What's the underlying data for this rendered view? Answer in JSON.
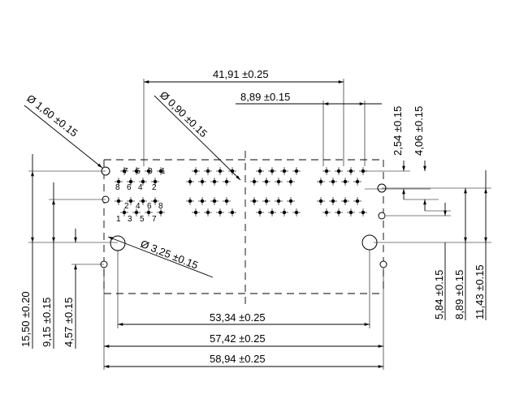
{
  "dimensions": {
    "top_width": "41,91 ±0.25",
    "pin_pitch_h": "8,89 ±0.15",
    "small_hole_dia": "Ø 1,60 ±0.15",
    "pin_dia": "Ø 0,90 ±0.15",
    "large_hole_dia": "Ø 3,25 ±0.15",
    "row_offset_a": "2,54 ±0.15",
    "row_offset_b": "4,06 ±0.15",
    "right_5_84": "5,84 ±0.15",
    "right_8_89": "8,89 ±0.15",
    "right_11_43": "11,43 ±0.15",
    "left_15_50": "15,50 ±0.20",
    "left_9_15": "9,15 ±0.15",
    "left_4_57": "4,57 ±0.15",
    "bottom_53_34": "53,34 ±0.25",
    "bottom_57_42": "57,42 ±0.25",
    "bottom_58_94": "58,94 ±0.25"
  },
  "pin_labels": {
    "top_row": [
      "8",
      "6",
      "4",
      "2"
    ],
    "top_row_b": [
      "7",
      "5",
      "3",
      "1"
    ],
    "bottom_row": [
      "1",
      "3",
      "5",
      "7"
    ],
    "bottom_row_b": [
      "2",
      "4",
      "6",
      "8"
    ]
  }
}
